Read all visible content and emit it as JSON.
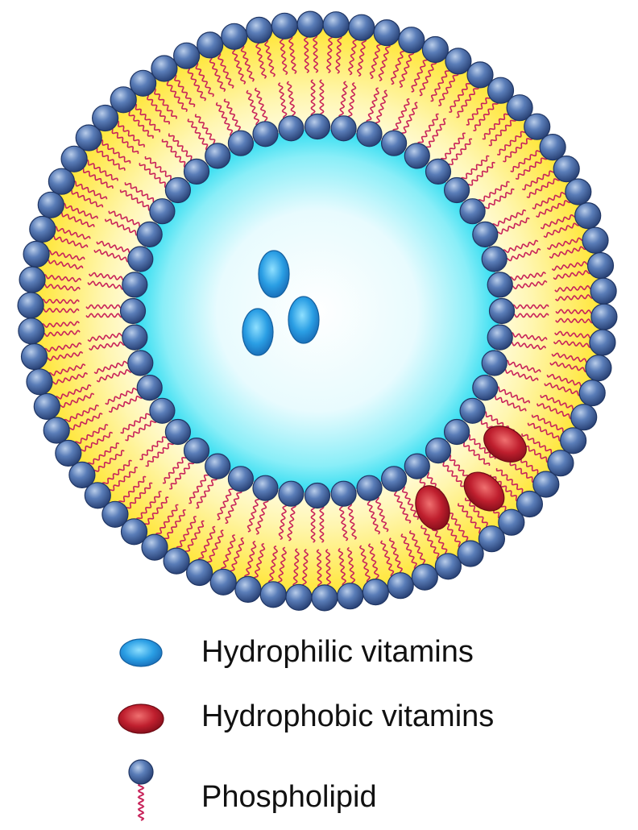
{
  "colors": {
    "head_fill": "#3f5f9a",
    "head_stroke": "#1f3563",
    "tail": "#c8235a",
    "bilayer": "#ffe84a",
    "lumen_edge": "#38dff2",
    "hydrophilic": "#2a96dc",
    "hydrophobic": "#b0182a"
  },
  "legend": [
    {
      "icon": "hydrophilic-vitamin-icon",
      "label": "Hydrophilic vitamins"
    },
    {
      "icon": "hydrophobic-vitamin-icon",
      "label": "Hydrophobic vitamins"
    },
    {
      "icon": "phospholipid-icon",
      "label": "Phospholipid"
    }
  ]
}
